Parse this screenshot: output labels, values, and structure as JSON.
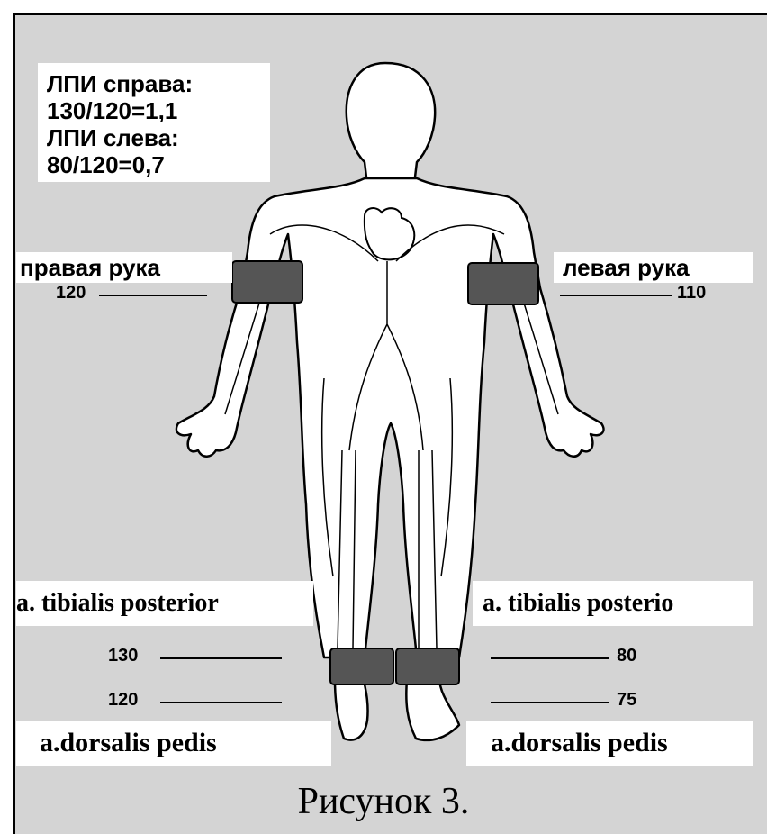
{
  "abi": {
    "right_title": "ЛПИ справа:",
    "right_formula": "130/120=1,1",
    "left_title": "ЛПИ слева:",
    "left_formula": "80/120=0,7"
  },
  "arms": {
    "right_label": "правая рука",
    "right_value": "120",
    "left_label": "левая рука",
    "left_value": "110"
  },
  "ankles": {
    "tibialis_label_right": "a. tibialis posterior",
    "tibialis_label_left": "a. tibialis posterio",
    "right_tibialis_value": "130",
    "left_tibialis_value": "80",
    "right_dorsalis_value": "120",
    "left_dorsalis_value": "75",
    "dorsalis_label_right": "a.dorsalis pedis",
    "dorsalis_label_left": "a.dorsalis pedis"
  },
  "caption": "Рисунок 3.",
  "colors": {
    "background": "#d4d4d4",
    "cuff": "#555555",
    "outline": "#000000"
  }
}
